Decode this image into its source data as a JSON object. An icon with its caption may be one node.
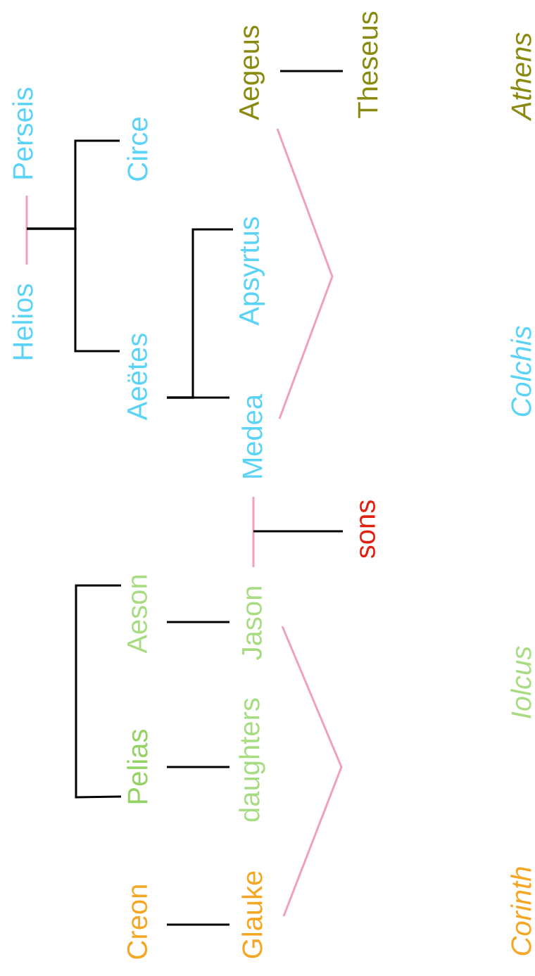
{
  "diagram": {
    "nodes": [
      {
        "text": [
          "Helios"
        ]
      },
      {
        "text": [
          "Perseis"
        ]
      },
      {
        "text": [
          "Circe"
        ]
      },
      {
        "text": [
          "Aeëtes"
        ]
      },
      {
        "text": [
          "Apsyrtus"
        ]
      },
      {
        "text": [
          "Medea"
        ]
      },
      {
        "text": [
          "Aegeus"
        ]
      },
      {
        "text": [
          "Theseus"
        ]
      },
      {
        "text": [
          "sons"
        ]
      },
      {
        "text": [
          "Aeson"
        ]
      },
      {
        "text": [
          "Jason"
        ]
      },
      {
        "text": [
          "Pelias"
        ]
      },
      {
        "text": [
          "daughters"
        ]
      },
      {
        "text": [
          "Creon"
        ]
      },
      {
        "text": [
          "Glauke"
        ]
      }
    ],
    "edges": [
      {
        "from": 0,
        "to": 1,
        "arrow": "none",
        "color": "#f0a0c0"
      },
      {
        "from": null,
        "to": 2,
        "arrow": "none"
      },
      {
        "from": null,
        "to": 3,
        "arrow": "none"
      },
      {
        "from": 3,
        "to": 5,
        "arrow": "none"
      },
      {
        "from": 3,
        "to": 4,
        "arrow": "none"
      },
      {
        "from": 6,
        "to": 7,
        "arrow": "none"
      },
      {
        "from": 5,
        "to": 6,
        "arrow": "none",
        "color": "#f0a0c0"
      },
      {
        "from": 5,
        "to": 10,
        "arrow": "none",
        "color": "#f0a0c0"
      },
      {
        "from": null,
        "to": 8,
        "arrow": "none"
      },
      {
        "from": 9,
        "to": 10,
        "arrow": "none"
      },
      {
        "from": 11,
        "to": 9,
        "arrow": "none"
      },
      {
        "from": 11,
        "to": 12,
        "arrow": "none"
      },
      {
        "from": 13,
        "to": 14,
        "arrow": "none"
      },
      {
        "from": 10,
        "to": 14,
        "arrow": "none",
        "color": "#f0a0c0"
      }
    ],
    "labels": [
      "Athens",
      "Colchis",
      "Iolcus",
      "Corinth"
    ]
  }
}
